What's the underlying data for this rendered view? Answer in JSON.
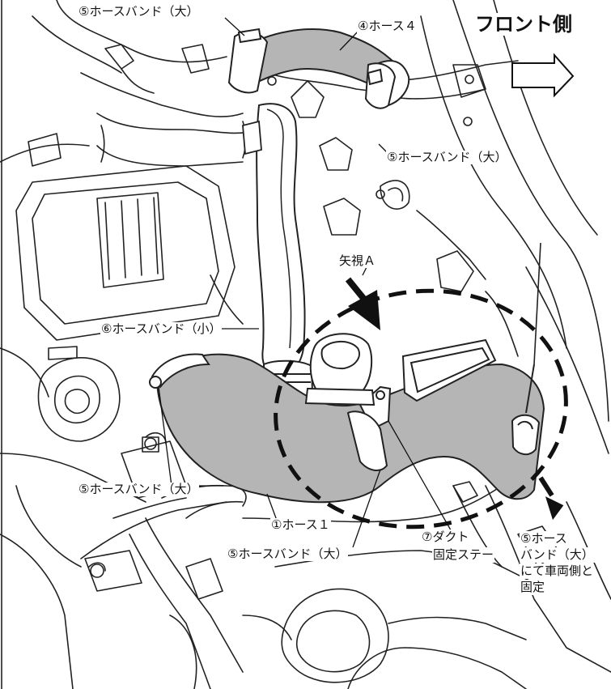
{
  "labels": {
    "front_side": "フロント側",
    "band_large_top": "⑤ホースバンド（大）",
    "hose4": "④ホース４",
    "band_large_right": "⑤ホースバンド（大）",
    "view_a": "矢視Ａ",
    "band_small": "⑥ホースバンド（小）",
    "band_large_left": "⑤ホースバンド（大）",
    "hose1": "①ホース１",
    "band_large_bottom": "⑤ホースバンド（大）",
    "duct_stay_1": "⑦ダクト",
    "duct_stay_2": "固定ステー",
    "fix_note_1": "⑤ホース",
    "fix_note_2": "バンド（大）",
    "fix_note_3": "にて車両側と",
    "fix_note_4": "固定"
  }
}
